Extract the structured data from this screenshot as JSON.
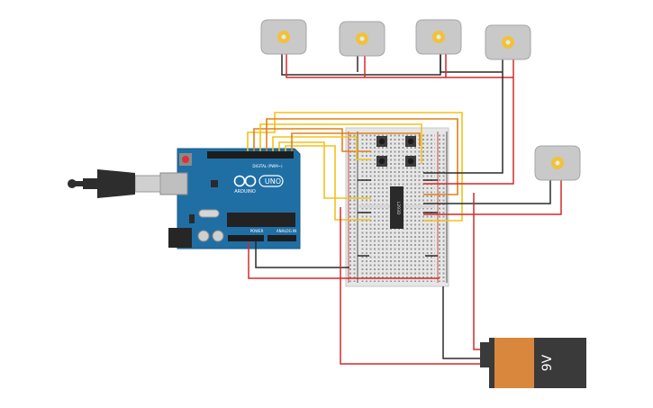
{
  "arduino": {
    "brand": "ARDUINO",
    "model": "UNO",
    "digital_label": "DIGITAL (PWM~)",
    "power_label": "POWER",
    "analog_label": "ANALOG IN"
  },
  "ic_chip": {
    "label": "L293D"
  },
  "battery": {
    "label": "9V"
  },
  "colors": {
    "board": "#1f6fa5",
    "wire_red": "#d42a2a",
    "wire_black": "#2b2b2b",
    "wire_yellow": "#f2c21b",
    "wire_orange": "#e0801a",
    "battery_orange": "#d9873d",
    "battery_black": "#3a3a3a"
  },
  "icons": [
    "dc-motor-icon",
    "usb-cable-icon",
    "push-button-icon",
    "9v-battery-icon"
  ]
}
